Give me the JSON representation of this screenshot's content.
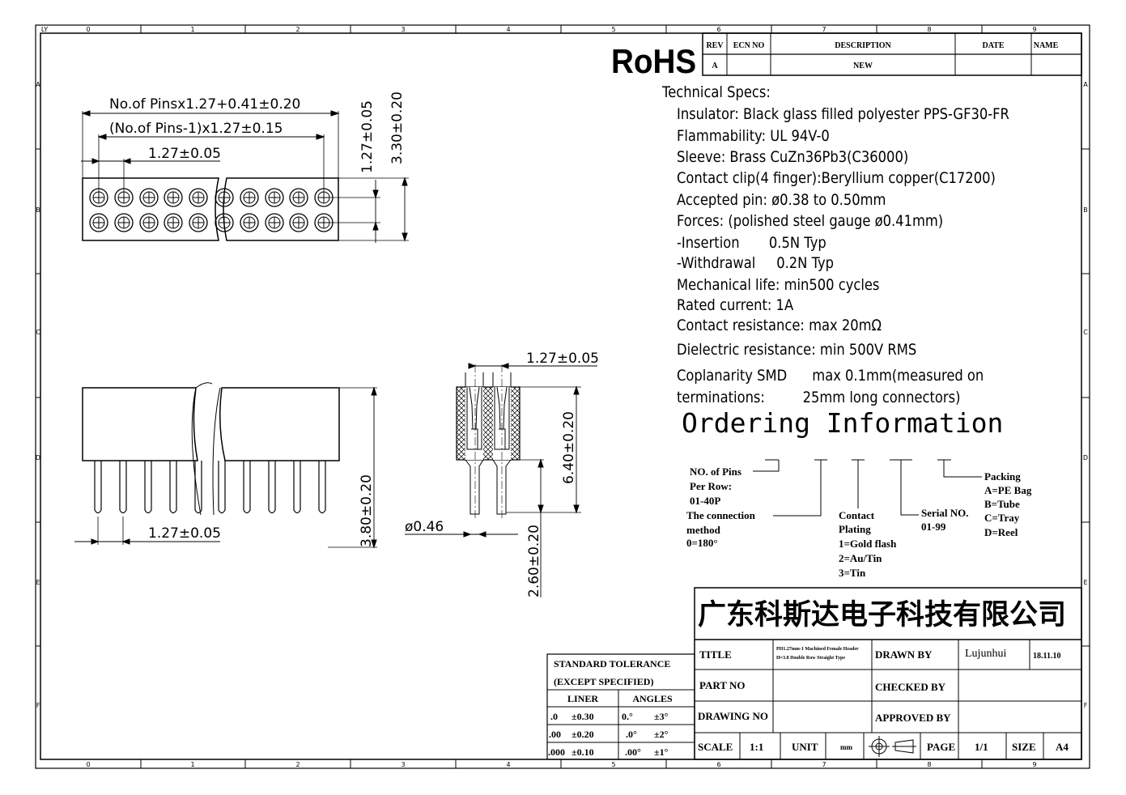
{
  "grid": {
    "cols": [
      "0",
      "1",
      "2",
      "3",
      "4",
      "5",
      "6",
      "7",
      "8",
      "9"
    ],
    "rows": [
      "A",
      "B",
      "C",
      "D",
      "E",
      "F"
    ],
    "corner": "LY"
  },
  "revision_block": {
    "headers": [
      "REV",
      "ECN NO",
      "DESCRIPTION",
      "DATE",
      "NAME"
    ],
    "row": [
      "A",
      "",
      "NEW",
      "",
      ""
    ]
  },
  "rohs": "RoHS",
  "specs": {
    "heading": "Technical Specs:",
    "lines": [
      "Insulator: Black glass filled polyester PPS-GF30-FR",
      "Flammability: UL 94V-0",
      "Sleeve: Brass CuZn36Pb3(C36000)",
      "Contact clip(4 finger):Beryllium copper(C17200)",
      "Accepted pin: ø0.38 to 0.50mm",
      "Forces: (polished steel gauge ø0.41mm)",
      "-Insertion       0.5N Typ",
      "-Withdrawal     0.2N Typ",
      "Mechanical life: min500 cycles",
      "Rated current: 1A",
      "Contact resistance: max 20mΩ",
      "Dielectric resistance: min 500V RMS",
      "Coplanarity SMD      max 0.1mm(measured on",
      "terminations:         25mm long connectors)"
    ]
  },
  "ordering": {
    "title": "Ordering Information",
    "pins": [
      "NO. of Pins",
      "Per Row:",
      "01-40P"
    ],
    "connection": [
      "The connection",
      "method",
      "0=180°"
    ],
    "contact": [
      "Contact",
      "Plating",
      "1=Gold flash",
      "2=Au/Tin",
      "3=Tin"
    ],
    "serial": [
      "Serial NO.",
      "01-99"
    ],
    "packing": [
      "Packing",
      "A=PE Bag",
      "B=Tube",
      "C=Tray",
      "D=Reel"
    ]
  },
  "dimensions": {
    "top_overall": "No.of Pinsx1.27+0.41±0.20",
    "top_inner": "(No.of Pins-1)x1.27±0.15",
    "top_pitch": "1.27±0.05",
    "top_row_pitch": "1.27±0.05",
    "top_height": "3.30±0.20",
    "side_pitch": "1.27±0.05",
    "side_height": "3.80±0.20",
    "sec_pitch": "1.27±0.05",
    "sec_height": "6.40±0.20",
    "sec_tail": "2.60±0.20",
    "sec_dia": "ø0.46"
  },
  "tolerance": {
    "title1": "STANDARD TOLERANCE",
    "title2": "(EXCEPT SPECIFIED)",
    "col1": "LINER",
    "col2": "ANGLES",
    "rows": [
      [
        ".0",
        "±0.30",
        "0.°",
        "±3°"
      ],
      [
        ".00",
        "±0.20",
        ".0°",
        "±2°"
      ],
      [
        ".000",
        "±0.10",
        ".00°",
        "±1°"
      ]
    ]
  },
  "title_block": {
    "company": "广东科斯达电子科技有限公司",
    "title_label": "TITLE",
    "title_value1": "PH1.27mm-1 Machined Female Header",
    "title_value2": "H=3.8 Double Row Straight Type",
    "drawn_by": "DRAWN BY",
    "drawn_name": "Lujunhui",
    "drawn_date": "18.11.10",
    "part_no": "PART NO",
    "checked_by": "CHECKED BY",
    "drawing_no": "DRAWING NO",
    "approved_by": "APPROVED BY",
    "scale_label": "SCALE",
    "scale_value": "1:1",
    "unit_label": "UNIT",
    "unit_value": "mm",
    "page_label": "PAGE",
    "page_value": "1/1",
    "size_label": "SIZE",
    "size_value": "A4"
  }
}
